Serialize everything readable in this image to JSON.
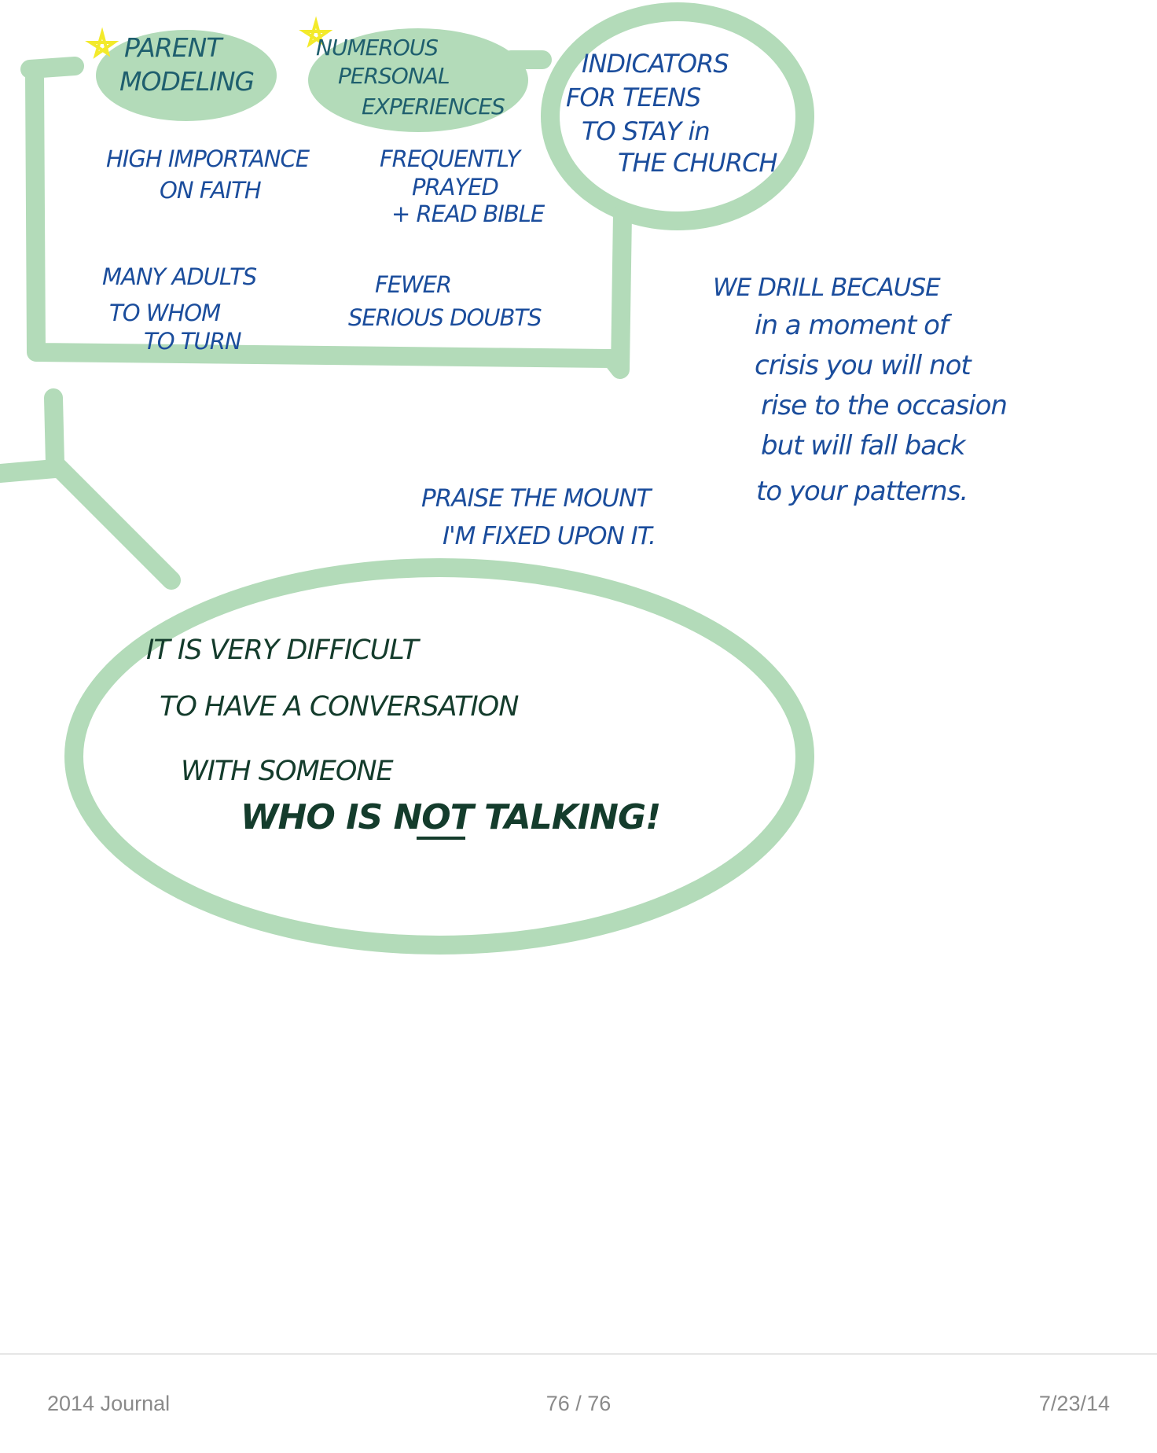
{
  "note": {
    "bubbles": {
      "parent_modeling": [
        "PARENT",
        "MODELING"
      ],
      "numerous": [
        "NUMEROUS",
        "PERSONAL",
        "EXPERIENCES"
      ],
      "indicators": [
        "INDICATORS",
        "FOR TEENS",
        "TO STAY in",
        "THE CHURCH"
      ]
    },
    "box_items": {
      "high_importance": [
        "HIGH IMPORTANCE",
        "ON FAITH"
      ],
      "frequently": [
        "FREQUENTLY",
        "PRAYED",
        "+ READ BIBLE"
      ],
      "many_adults": [
        "MANY ADULTS",
        "TO WHOM",
        "TO TURN"
      ],
      "fewer": [
        "FEWER",
        "SERIOUS DOUBTS"
      ]
    },
    "drill": [
      "WE DRILL BECAUSE",
      "in a moment of",
      "crisis you will not",
      "rise to the occasion",
      "but will fall back",
      "to your patterns."
    ],
    "praise": [
      "PRAISE THE MOUNT",
      "I'M FIXED UPON IT."
    ],
    "quote": [
      "IT IS VERY DIFFICULT",
      "TO HAVE A CONVERSATION",
      "WITH SOMEONE",
      "WHO IS NOT TALKING!"
    ],
    "colors": {
      "highlight": "#b3dbb9",
      "ink_blue": "#1b4d9c",
      "ink_teal": "#1f5f6e",
      "star": "#f3ea2a"
    }
  },
  "footer": {
    "title": "2014 Journal",
    "page": "76 / 76",
    "date": "7/23/14"
  }
}
